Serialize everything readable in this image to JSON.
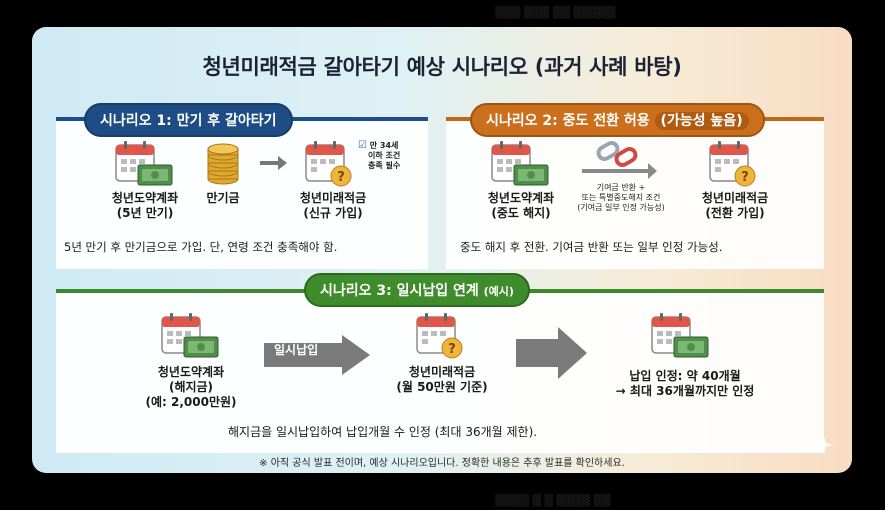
{
  "title": "청년미래적금 갈아타기 예상 시나리오 (과거 사례 바탕)",
  "scenario1": {
    "badge": "시나리오 1: 만기 후 갈아타기",
    "item1": {
      "line1": "청년도약계좌",
      "line2": "(5년 만기)",
      "icon": "calendar-money-icon"
    },
    "item2": {
      "label": "만기금",
      "icon": "coin-stack-icon"
    },
    "item3": {
      "line1": "청년미래적금",
      "line2": "(신규 가입)",
      "icon": "calendar-question-icon"
    },
    "note": {
      "check": "☑",
      "line1": "만 34세",
      "line2": "이하 조건",
      "line3": "충족 필수"
    },
    "sentence": "5년 만기 후 만기금으로 가입. 단, 연령 조건 충족해야 함."
  },
  "scenario2": {
    "badge_main": "시나리오 2: 중도 전환 허용",
    "badge_highlight": "(가능성 높음)",
    "item1": {
      "line1": "청년도약계좌",
      "line2": "(중도 해지)",
      "icon": "calendar-money-icon"
    },
    "middle": {
      "line1": "기여금 반환 +",
      "line2": "또는 특별중도해지 조건",
      "line3": "(기여금 일부 인정 가능성)",
      "icon": "broken-chain-icon"
    },
    "item2": {
      "line1": "청년미래적금",
      "line2": "(전환 가입)",
      "icon": "calendar-question-icon"
    },
    "sentence": "중도 해지 후 전환. 기여금 반환 또는 일부 인정 가능성."
  },
  "scenario3": {
    "badge_main": "시나리오 3: 일시납입 연계",
    "badge_small": "(예시)",
    "item1": {
      "line1": "청년도약계좌",
      "line2": "(해지금)",
      "line3": "(예: 2,000만원)",
      "icon": "calendar-money-icon"
    },
    "arrow_label": "일시납입",
    "item2": {
      "line1": "청년미래적금",
      "line2": "(월 50만원 기준)",
      "icon": "calendar-question-icon"
    },
    "result": {
      "line1": "납입 인정: 약 40개월",
      "line2": "→ 최대 36개월까지만 인정",
      "icon": "calendar-money-icon"
    },
    "sentence": "해지금을 일시납입하여 납입개월 수 인정 (최대 36개월 제한)."
  },
  "footnote": "※ 아직 공식 발표 전이며, 예상 시나리오입니다. 정확한 내용은 추후 발표를 확인하세요.",
  "colors": {
    "s1": "#1e4d85",
    "s2": "#cc6f1c",
    "s3": "#3f8c2c",
    "calendar_red": "#e0574a",
    "money_green": "#4f8f4a",
    "coin_gold": "#e0a92c",
    "question_gold": "#f0b43a"
  }
}
